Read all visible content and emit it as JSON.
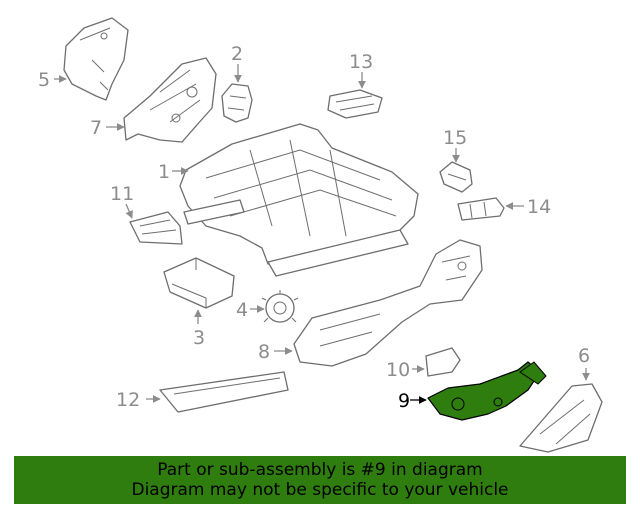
{
  "callouts": {
    "c1": "1",
    "c2": "2",
    "c3": "3",
    "c4": "4",
    "c5": "5",
    "c6": "6",
    "c7": "7",
    "c8": "8",
    "c9": "9",
    "c10": "10",
    "c11": "11",
    "c12": "12",
    "c13": "13",
    "c14": "14",
    "c15": "15"
  },
  "highlighted_part": "9",
  "colors": {
    "highlight": "#2e7d0e",
    "banner": "#2e7d0e",
    "line": "#6e6e6e",
    "callout": "#8c8c8c"
  },
  "banner": {
    "line1": "Part or sub-assembly is #9 in diagram",
    "line2": "Diagram may not be specific to your vehicle"
  }
}
